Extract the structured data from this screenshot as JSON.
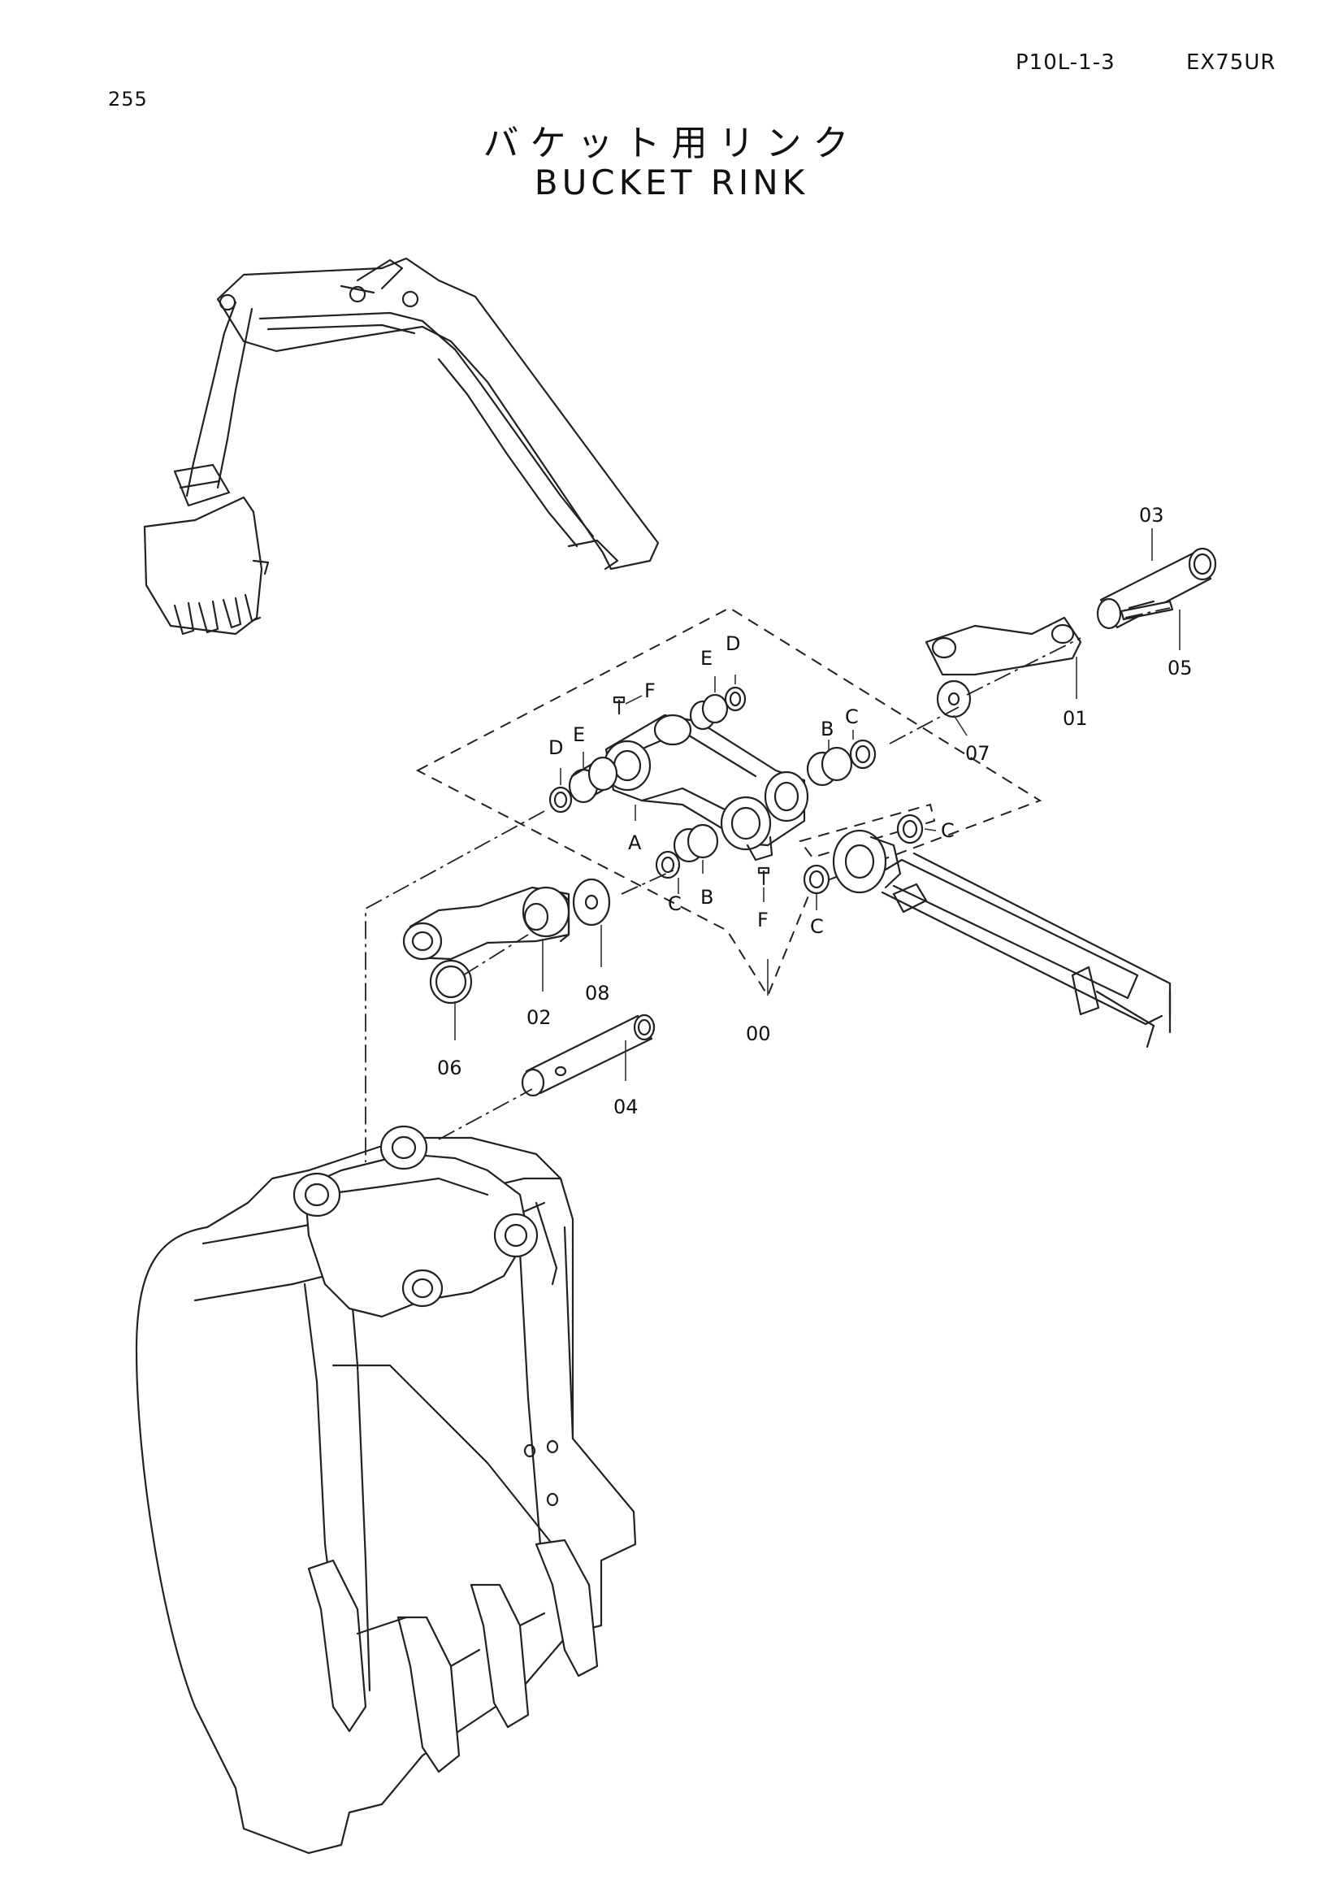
{
  "header": {
    "page_number": "255",
    "doc_code": "P10L-1-3",
    "model": "EX75UR"
  },
  "title": {
    "japanese": "バケット用リンク",
    "english": "BUCKET RINK"
  },
  "callouts": {
    "p00": "00",
    "p01": "01",
    "p02": "02",
    "p03": "03",
    "p04": "04",
    "p05": "05",
    "p06": "06",
    "p07": "07",
    "p08": "08",
    "A": "A",
    "B1": "B",
    "B2": "B",
    "C1": "C",
    "C2": "C",
    "C3": "C",
    "C4": "C",
    "D1": "D",
    "D2": "D",
    "E1": "E",
    "E2": "E",
    "F1": "F",
    "F2": "F"
  }
}
